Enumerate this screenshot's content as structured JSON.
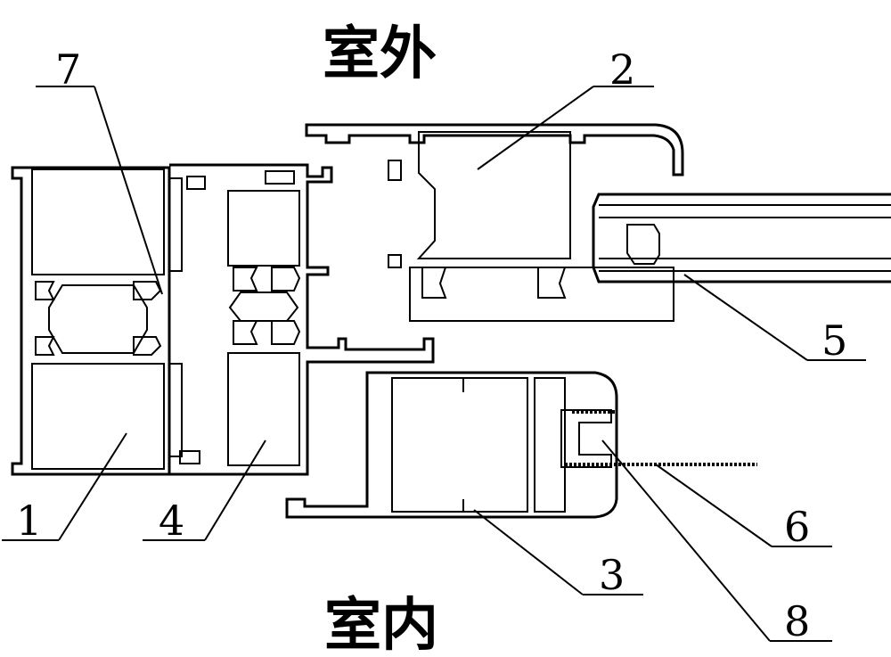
{
  "labels": {
    "outdoor": "室外",
    "indoor": "室内"
  },
  "callouts": {
    "c1": "1",
    "c2": "2",
    "c3": "3",
    "c4": "4",
    "c5": "5",
    "c6": "6",
    "c7": "7",
    "c8": "8"
  }
}
